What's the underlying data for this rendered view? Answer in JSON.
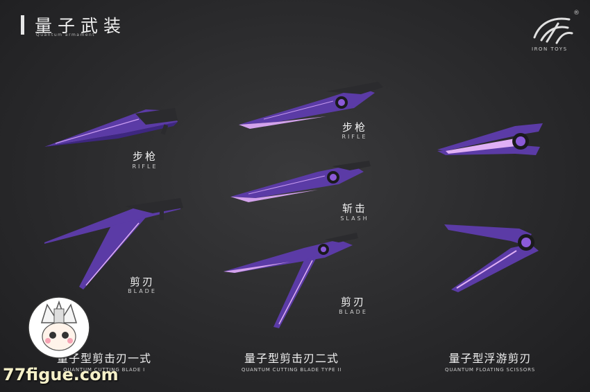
{
  "header": {
    "title": "量子武装",
    "subtitle": "Quantum armament"
  },
  "brand": {
    "name": "IRON TOYS",
    "registered": "®"
  },
  "labels": {
    "rifle_left": {
      "cn": "步枪",
      "en": "RIFLE"
    },
    "blade_left": {
      "cn": "剪刃",
      "en": "BLADE"
    },
    "rifle_mid": {
      "cn": "步枪",
      "en": "RIFLE"
    },
    "slash_mid": {
      "cn": "斩击",
      "en": "SLASH"
    },
    "blade_mid": {
      "cn": "剪刃",
      "en": "BLADE"
    }
  },
  "captions": [
    {
      "cn": "量子型剪击刃一式",
      "en": "QUANTUM CUTTING BLADE I"
    },
    {
      "cn": "量子型剪击刃二式",
      "en": "QUANTUM CUTTING BLADE TYPE II"
    },
    {
      "cn": "量子型浮游剪刃",
      "en": "QUANTUM FLOATING SCISSORS"
    }
  ],
  "watermark": "77figue.com",
  "colors": {
    "background": "#2e2e30",
    "blade_purple": "#5a3aa8",
    "blade_edge": "#d9a8f0",
    "dark_metal": "#2a2a2c"
  }
}
